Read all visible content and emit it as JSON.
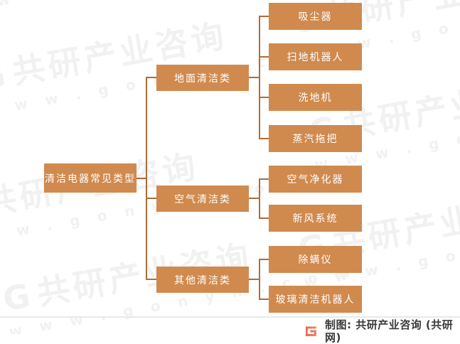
{
  "diagram": {
    "root": {
      "label": "清洁电器常见类型"
    },
    "branches": [
      {
        "label": "地面清洁类",
        "children": [
          {
            "label": "吸尘器"
          },
          {
            "label": "扫地机器人"
          },
          {
            "label": "洗地机"
          },
          {
            "label": "蒸汽拖把"
          }
        ]
      },
      {
        "label": "空气清洁类",
        "children": [
          {
            "label": "空气净化器"
          },
          {
            "label": "新风系统"
          }
        ]
      },
      {
        "label": "其他清洁类",
        "children": [
          {
            "label": "除螨仪"
          },
          {
            "label": "玻璃清洁机器人"
          }
        ]
      }
    ]
  },
  "watermark": {
    "logo_letter": "G",
    "brand": "共研产业咨询",
    "url": "w w w . g o n y n . c o m"
  },
  "footer": {
    "credit": "制图: 共研产业咨询 (共研网)"
  },
  "colors": {
    "node_fill": "#d08a4e",
    "node_text": "#ffffff",
    "connector": "#ad6d3a",
    "divider": "#e9e9e9",
    "watermark": "#f1f1f1",
    "credit_text": "#3a3a3a",
    "logo_gradient_start": "#e0503c",
    "logo_gradient_end": "#f79e83"
  }
}
